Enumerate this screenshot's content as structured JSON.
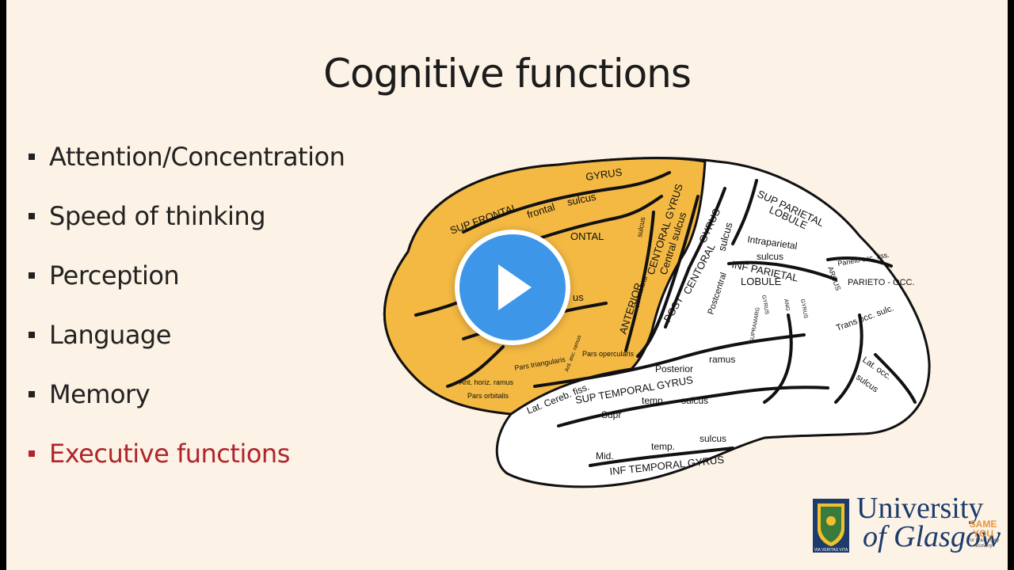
{
  "slide": {
    "title": "Cognitive functions",
    "bullets": [
      {
        "text": "Attention/Concentration",
        "highlight": false
      },
      {
        "text": "Speed of thinking",
        "highlight": false
      },
      {
        "text": "Perception",
        "highlight": false
      },
      {
        "text": "Language",
        "highlight": false
      },
      {
        "text": "Memory",
        "highlight": false
      },
      {
        "text": "Executive functions",
        "highlight": true
      }
    ],
    "highlight_color": "#b0242a",
    "frontal_lobe_color": "#f4b942"
  },
  "brain_labels": {
    "sup_frontal": "SUP    FRONTAL",
    "gyrus_top": "GYRUS",
    "frontal": "frontal",
    "sulcus_1": "sulcus",
    "ontal": "ONTAL",
    "us": "us",
    "centoral_gyrus": "CENTORAL GYRUS",
    "central_sulcus": "Central sulcus",
    "anterior": "ANTERIOR",
    "precentral": "precentral",
    "sulcus_v": "sulcus",
    "pars_triangularis": "Pars triangularis",
    "pars_opercularis": "Pars opercularis",
    "ant_asc_ramus": "Ant. asc. ramus",
    "ant_horiz_ramus": "Ant. horiz. ramus",
    "pars_orbitalis": "Pars orbitalis",
    "post": "POST",
    "centoral": "CENTORAL",
    "gyrus_mid": "GYRUS",
    "sulcus_2": "sulcus",
    "postcentral": "Postcentral",
    "sup_parietal": "SUP   PARIETAL",
    "lobule_1": "LOBULE",
    "intraparietal": "Intraparietal",
    "sulcus_3": "sulcus",
    "inf_parietal": "INF   PARIETAL",
    "lobule_2": "LOBULE",
    "supramarg": "SUPRAMARG",
    "gyrus_v1": "GYRUS",
    "ang": "ANG",
    "gyrus_v2": "GYRUS",
    "parieto_occ_fiss": "Parieto occ. fiss.",
    "arcus": "ARCUS",
    "parieto_occ": "PARIETO - OCC.",
    "trans_occ_sulc": "Trans    occ. sulc.",
    "lat_occ": "Lat. occ.",
    "sulcus_4": "sulcus",
    "posterior": "Posterior",
    "ramus": "ramus",
    "lat_cereb_fiss": "Lat. Cereb. fiss.",
    "sup_temporal_gyrus": "SUP   TEMPORAL   GYRUS",
    "supr": "Supr",
    "temp_1": "temp.",
    "sulcus_5": "sulcus",
    "mid": "Mid.",
    "temp_2": "temp.",
    "sulcus_6": "sulcus",
    "inf_temporal_gyrus": "INF   TEMPORAL GYRUS"
  },
  "logo": {
    "line1": "University",
    "line2": "of Glasgow",
    "motto": "VIA VERITAS VITA",
    "partner_line1": "SAME",
    "partner_line2": "YOU",
    "partner_tag": "For brain injury recovery"
  },
  "video": {
    "play_icon": "play-icon"
  }
}
